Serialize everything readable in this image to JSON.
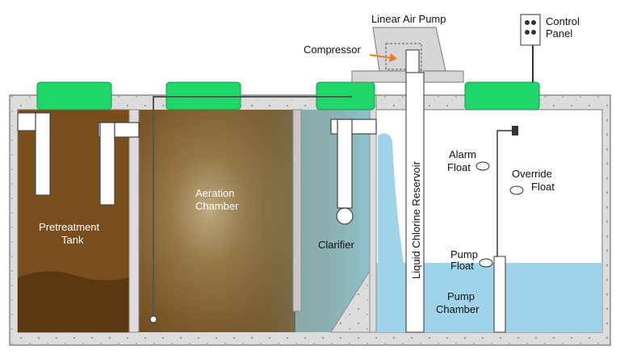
{
  "labels": {
    "linear_air_pump": "Linear Air Pump",
    "control_panel_line1": "Control",
    "control_panel_line2": "Panel",
    "compressor": "Compressor",
    "pretreatment_line1": "Pretreatment",
    "pretreatment_line2": "Tank",
    "aeration_line1": "Aeration",
    "aeration_line2": "Chamber",
    "clarifier": "Clarifier",
    "reservoir": "Liquid Chlorine Reservoir",
    "alarm_line1": "Alarm",
    "alarm_line2": "Float",
    "override_line1": "Override",
    "override_line2": "Float",
    "pump_float_line1": "Pump",
    "pump_float_line2": "Float",
    "pump_chamber_line1": "Pump",
    "pump_chamber_line2": "Chamber"
  },
  "colors": {
    "concrete": "#dcdcdc",
    "concrete_edge": "#8a8a8a",
    "lid_green": "#1fd66a",
    "sludge_brown": "#7a4e1c",
    "sludge_dark": "#5b3812",
    "aeration_brown": "#8a6a3a",
    "clarifier_blue": "#8fc3cf",
    "water_blue": "#9fd3ea",
    "arrow_orange": "#f07820"
  }
}
